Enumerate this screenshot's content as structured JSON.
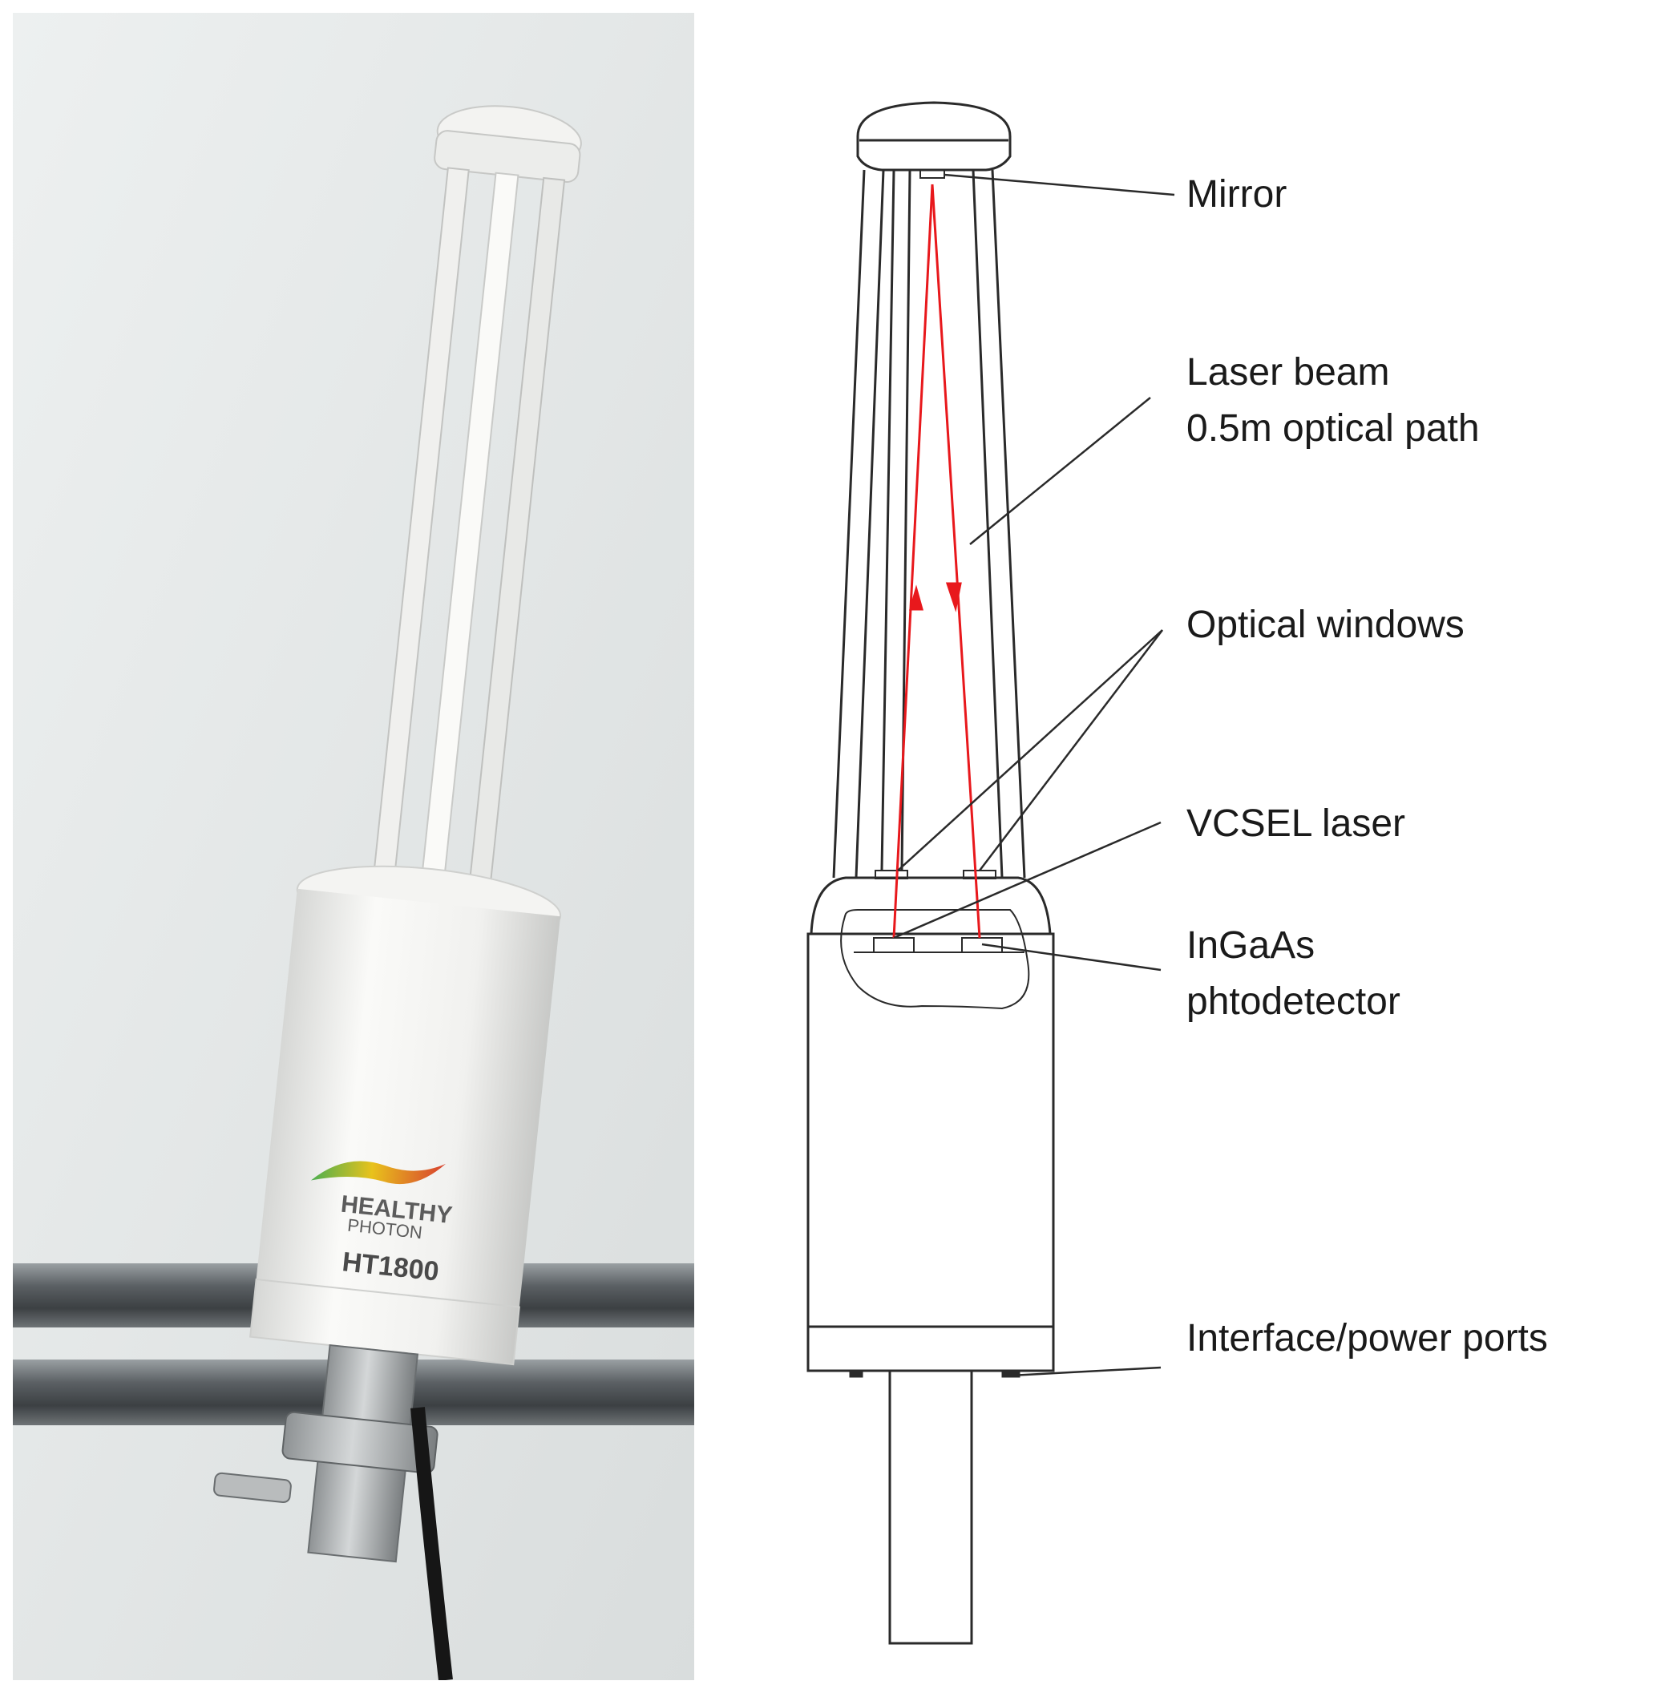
{
  "photo": {
    "logo_line1": "HEALTHY",
    "logo_line2": "PHOTON",
    "model": "HT1800"
  },
  "labels": {
    "mirror": "Mirror",
    "laser_beam_1": "Laser beam",
    "laser_beam_2": "0.5m optical path",
    "optical_windows": "Optical windows",
    "vcsel": "VCSEL laser",
    "ingaas_1": "InGaAs",
    "ingaas_2": "phtodetector",
    "ports": "Interface/power ports"
  },
  "colors": {
    "beam": "#e8181c",
    "line": "#2a2a2a",
    "sensor_body": "#f4f4f2",
    "background_wall": "#e2e6e6",
    "rail": "#6d7174"
  }
}
